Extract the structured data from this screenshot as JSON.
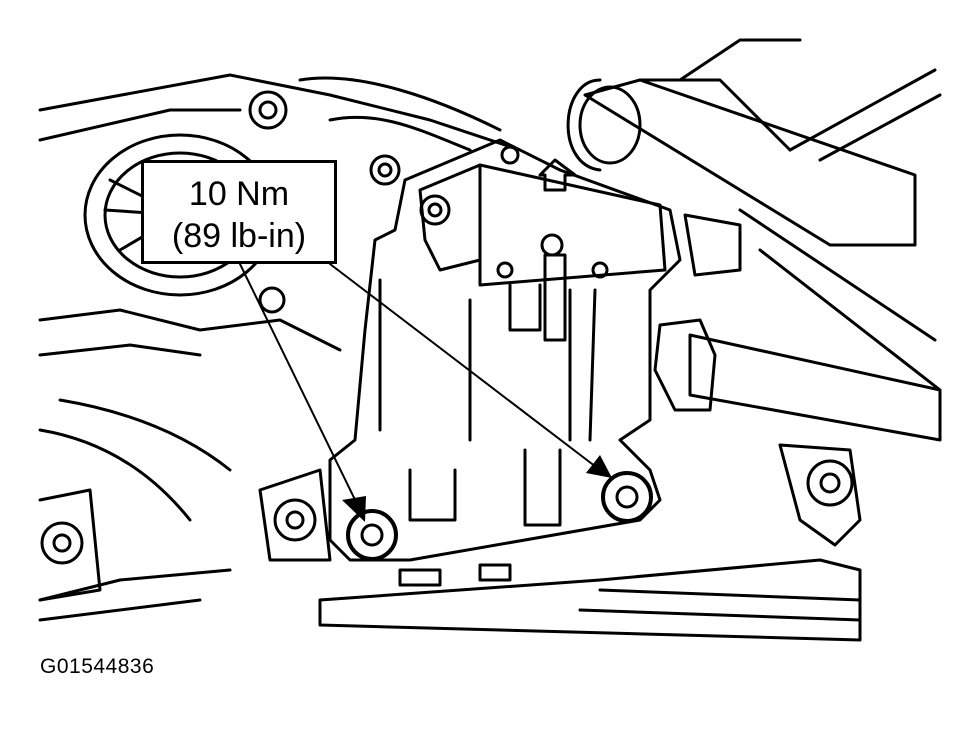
{
  "callout": {
    "torque_nm": "10 Nm",
    "torque_lbin": "(89 lb-in)"
  },
  "figure_id": "G01544836"
}
